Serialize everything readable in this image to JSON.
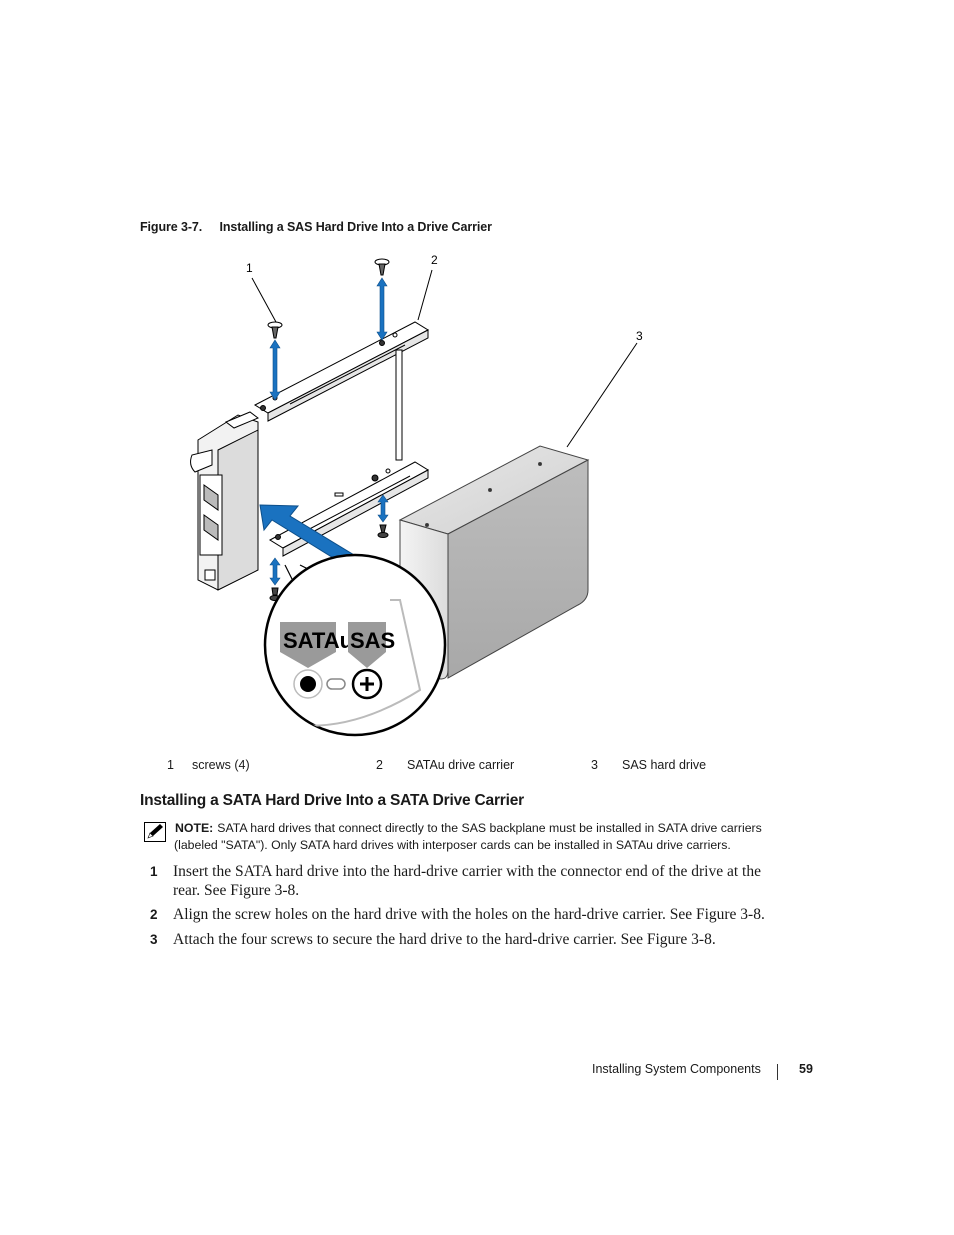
{
  "figure": {
    "number": "Figure 3-7.",
    "title": "Installing a SAS Hard Drive Into a Drive Carrier",
    "callouts": [
      "1",
      "2",
      "3"
    ],
    "label_satau": "SATAu",
    "label_sas": "SAS"
  },
  "legend": [
    {
      "num": "1",
      "text": "screws (4)"
    },
    {
      "num": "2",
      "text": "SATAu drive carrier"
    },
    {
      "num": "3",
      "text": "SAS hard drive"
    }
  ],
  "section_heading": "Installing a SATA Hard Drive Into a SATA Drive Carrier",
  "note": {
    "label": "NOTE:",
    "line1": "SATA hard drives that connect directly to the SAS backplane must be installed in SATA drive carriers",
    "line2": "(labeled \"SATA\"). Only SATA hard drives with interposer cards can be installed in SATAu drive carriers."
  },
  "steps": [
    {
      "num": "1",
      "line1": "Insert the SATA hard drive into the hard-drive carrier with the connector end of the drive at the",
      "line2": "rear. See Figure 3-8."
    },
    {
      "num": "2",
      "line1": "Align the screw holes on the hard drive with the holes on the hard-drive carrier. See Figure 3-8."
    },
    {
      "num": "3",
      "line1": "Attach the four screws to secure the hard drive to the hard-drive carrier. See Figure 3-8."
    }
  ],
  "footer": {
    "section": "Installing System Components",
    "page": "59"
  },
  "colors": {
    "arrow_blue": "#1a72c0",
    "label_gray": "#9a9a9a",
    "drive_gray": "#cfcfcf"
  }
}
